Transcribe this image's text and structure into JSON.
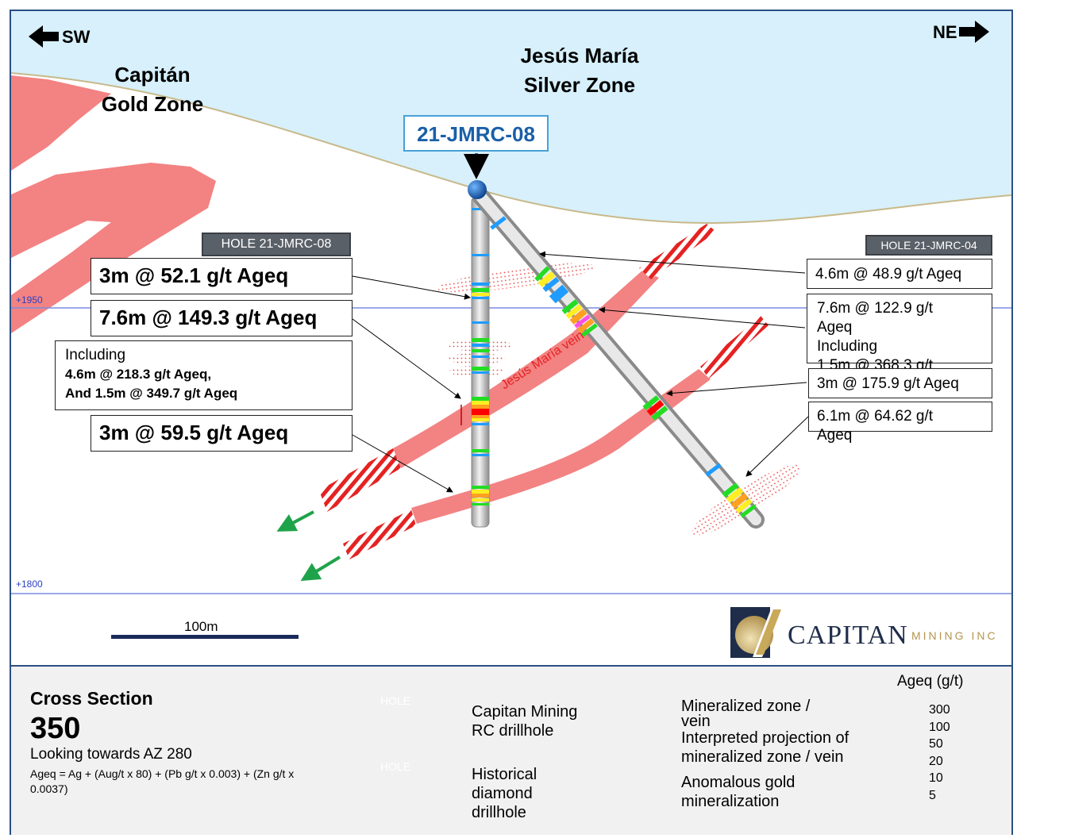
{
  "directions": {
    "left": "SW",
    "right": "NE"
  },
  "zones": {
    "capitan": [
      "Capitán",
      "Gold Zone"
    ],
    "jesus_maria": [
      "Jesús María",
      "Silver Zone"
    ]
  },
  "hole_callout": "21-JMRC-08",
  "hole_headers": {
    "left": "HOLE 21-JMRC-08",
    "right": "HOLE 21-JMRC-04"
  },
  "elevations": {
    "upper": "+1950",
    "lower": "+1800"
  },
  "vein_label": "Jesús María vein",
  "left_intercepts": {
    "a": "3m @ 52.1 g/t Ageq",
    "b": "7.6m @ 149.3 g/t Ageq",
    "including_title": "Including",
    "including_line1": "4.6m @ 218.3 g/t Ageq,",
    "including_line2": "And 1.5m @ 349.7 g/t Ageq",
    "c": "3m @ 59.5 g/t Ageq"
  },
  "right_intercepts": {
    "a": "4.6m @ 48.9 g/t Ageq",
    "b_line1": "7.6m @ 122.9 g/t",
    "b_line2": "Ageq",
    "b_line3": "Including",
    "b_line4": "1.5m @ 368.3 g/t",
    "c": "3m @ 175.9 g/t Ageq",
    "d_line1": "6.1m @ 64.62 g/t",
    "d_line2": "Ageq"
  },
  "scale_bar": "100m",
  "logo": {
    "name": "CAPITAN",
    "suffix": "MINING INC"
  },
  "legend": {
    "cross_section_label": "Cross Section",
    "section_number": "350",
    "looking": "Looking towards AZ 280",
    "formula": "Ageq = Ag + (Aug/t x 80) + (Pb g/t x 0.003) + (Zn g/t x 0.0037)",
    "hole_box_label_1": "HOLE",
    "hole_box_label_2": "HOLE",
    "rc_drillhole": [
      "Capitan Mining",
      "RC drillhole"
    ],
    "historical": [
      "Historical",
      "diamond",
      "drillhole"
    ],
    "mineralized": [
      "Mineralized zone /",
      "vein"
    ],
    "interpreted": [
      "Interpreted projection of",
      "mineralized zone / vein"
    ],
    "anomalous": [
      "Anomalous gold",
      "mineralization"
    ],
    "grade_title": "Ageq (g/t)",
    "grades": [
      {
        "label": "300",
        "color": "#ff4de6"
      },
      {
        "label": "100",
        "color": "#ff0000"
      },
      {
        "label": "50",
        "color": "#ffa020"
      },
      {
        "label": "20",
        "color": "#ffee22"
      },
      {
        "label": "10",
        "color": "#22dd22"
      },
      {
        "label": "5",
        "color": "#1e9cff"
      },
      {
        "label": "",
        "color": "#d8d8d8"
      }
    ]
  },
  "colors": {
    "sky": "#d7f0fb",
    "vein": "#f38282",
    "hatch": "#e52222",
    "frame": "#2c4f85",
    "elevation_line": "#6c85e0"
  }
}
